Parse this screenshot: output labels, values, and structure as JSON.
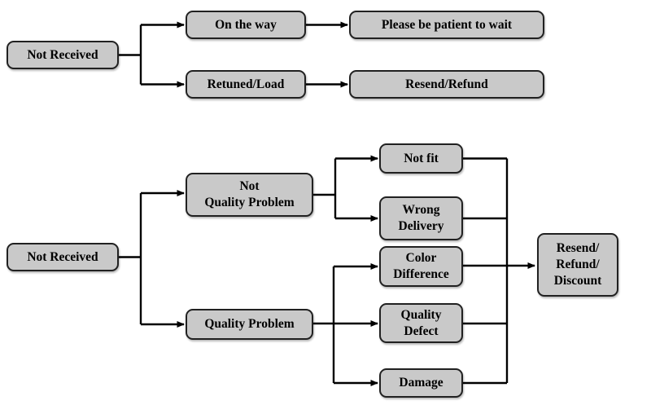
{
  "nodes": {
    "flow1": {
      "not_received": "Not Received",
      "on_the_way": "On the way",
      "retuned_load": "Retuned/Load",
      "please_be_patient": "Please be patient to wait",
      "resend_refund": "Resend/Refund"
    },
    "flow2": {
      "not_received": "Not Received",
      "not_quality_problem": "Not\nQuality Problem",
      "quality_problem": "Quality Problem",
      "not_fit": "Not fit",
      "wrong_delivery": "Wrong\nDelivery",
      "color_difference": "Color\nDifference",
      "quality_defect": "Quality\nDefect",
      "damage": "Damage",
      "resend_refund_discount": "Resend/\nRefund/\nDiscount"
    }
  },
  "colors": {
    "box_fill": "#c9c9c9",
    "box_border": "#212121",
    "connector": "#000000",
    "text": "#000000",
    "background": "#ffffff"
  }
}
